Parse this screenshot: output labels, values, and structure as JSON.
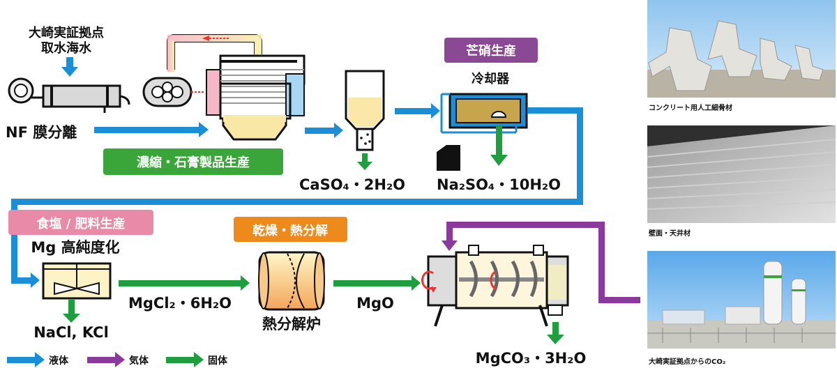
{
  "labels": {
    "intake": [
      "大崎実証拠点",
      "取水海水"
    ],
    "nf": "NF 膜分離",
    "cooler": "冷却器",
    "caso4": "CaSO₄・2H₂O",
    "na2so4": "Na₂SO₄・10H₂O",
    "mg_purify": "Mg 高純度化",
    "nacl_kcl": "NaCl, KCl",
    "mgcl2": "MgCl₂・6H₂O",
    "furnace": "熱分解炉",
    "mgo": "MgO",
    "mgco3": "MgCO₃・3H₂O"
  },
  "stages": {
    "gypsum": "濃縮・石膏製品生産",
    "glauber": "芒硝生産",
    "salt": "食塩 / 肥料生産",
    "pyrolysis": "乾燥・熱分解"
  },
  "legend": {
    "liquid": "液体",
    "gas": "気体",
    "solid": "固体"
  },
  "photos": [
    {
      "caption": "コンクリート用人工細骨材",
      "icon": "tetrapod-icon"
    },
    {
      "caption": "壁面・天井材",
      "icon": "board-stack-icon"
    },
    {
      "caption": "大崎実証拠点からのCO₂",
      "icon": "co2-tank-icon"
    }
  ],
  "colors": {
    "liquid": "#1a8fd8",
    "gas": "#8b3a9b",
    "solid": "#1e9e3e",
    "gypsum_tag": "#3aa63a",
    "glauber_tag": "#8a4a93",
    "salt_tag": "#e88aa8",
    "pyrolysis_tag": "#ee8a1c"
  }
}
